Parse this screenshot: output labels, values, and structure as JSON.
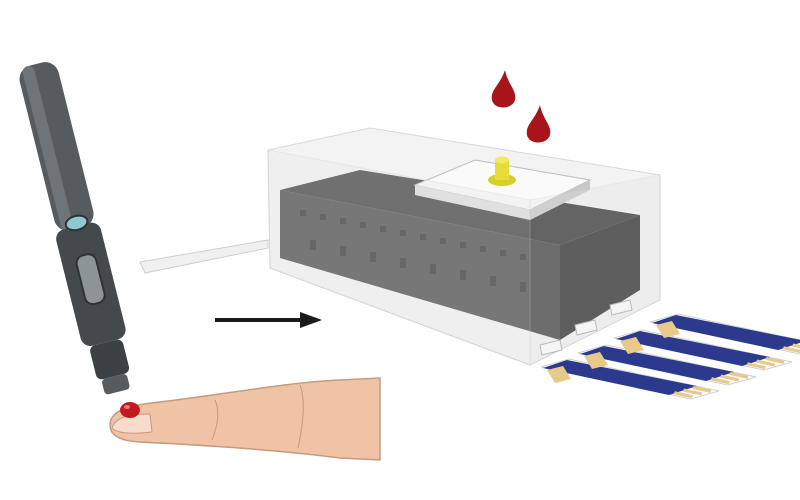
{
  "colors": {
    "background": "#ffffff",
    "blood": "#b0161c",
    "device_body": "#3a3a3a",
    "enclosure": "#e6e6e6",
    "strip_blue": "#2b3a8c",
    "strip_gold": "#e8c98a",
    "skin": "#efc3a4",
    "lancet": "#4a4f52",
    "sample_pad_knob": "#e6dc3a"
  },
  "icons": [
    "lancet-pen",
    "finger",
    "blood-drop",
    "arrow-right",
    "sensor-device",
    "test-strip"
  ]
}
